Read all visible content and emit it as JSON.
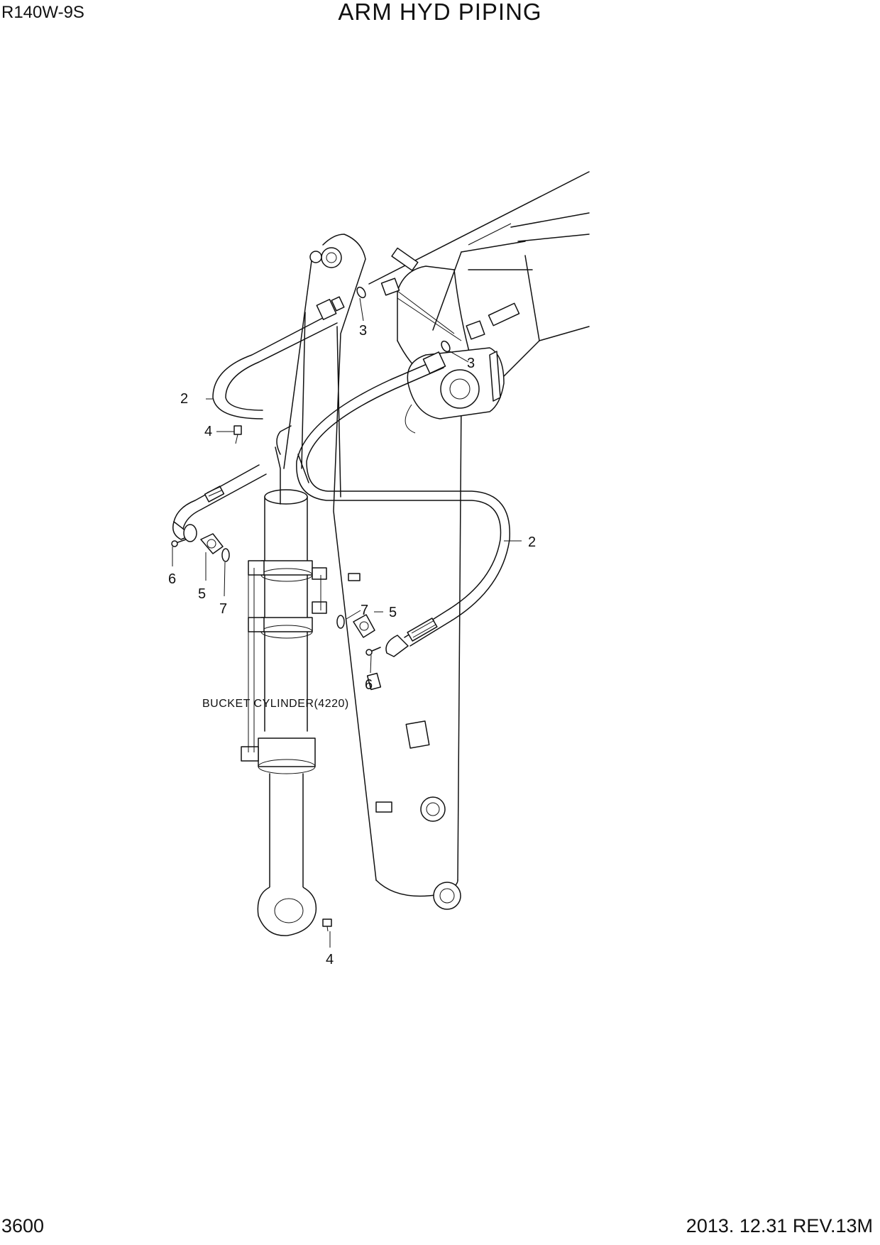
{
  "header": {
    "model": "R140W-9S",
    "title": "ARM HYD PIPING"
  },
  "footer": {
    "page_number": "3600",
    "revision": "2013. 12.31  REV.13M"
  },
  "diagram": {
    "callouts": {
      "c2_left": "2",
      "c2_right": "2",
      "c3_upper": "3",
      "c3_lower": "3",
      "c4_upper": "4",
      "c4_lower": "4",
      "c5_left": "5",
      "c5_right": "5",
      "c6_left": "6",
      "c6_right": "6",
      "c7_left": "7",
      "c7_right": "7"
    },
    "note_bucket_cylinder": "BUCKET CYLINDER(4220)"
  }
}
